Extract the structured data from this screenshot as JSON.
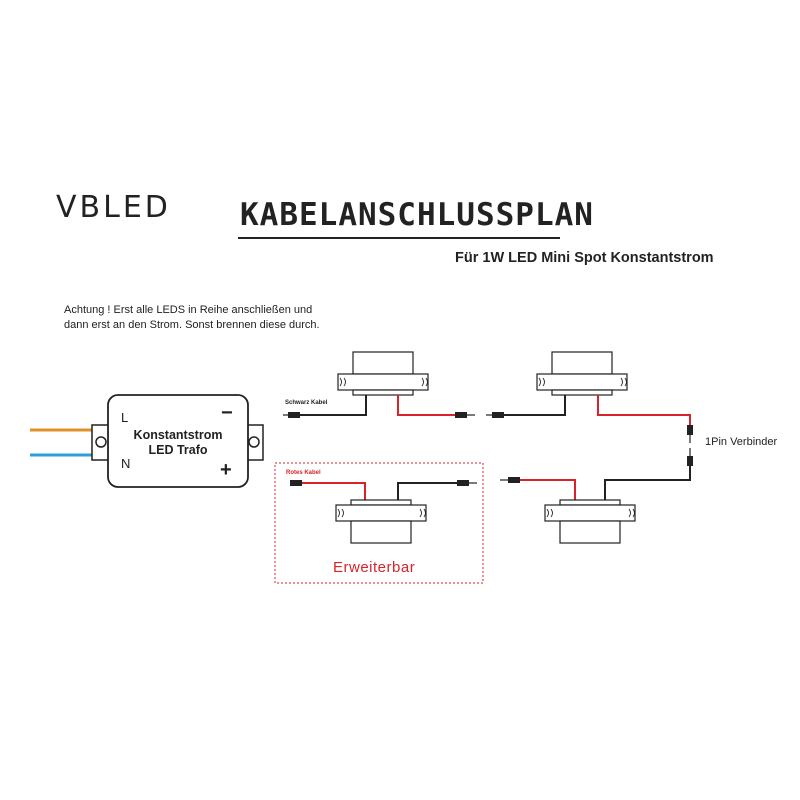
{
  "brand": {
    "logo_text": "VBLED"
  },
  "header": {
    "title": "KABELANSCHLUSSPLAN",
    "subtitle": "Für 1W LED Mini Spot Konstantstrom"
  },
  "warning": {
    "line1": "Achtung ! Erst alle LEDS in Reihe anschließen und",
    "line2": "dann erst an den Strom. Sonst brennen diese durch."
  },
  "transformer": {
    "line1": "Konstantstrom",
    "line2": "LED Trafo",
    "terminal_l": "L",
    "terminal_n": "N",
    "terminal_minus": "−",
    "terminal_plus": "+"
  },
  "labels": {
    "black_cable": "Schwarz Kabel",
    "red_cable": "Rotes Kabel",
    "connector": "1Pin Verbinder",
    "extendable": "Erweiterbar"
  },
  "colors": {
    "wire_live": "#e0902a",
    "wire_neutral": "#2a9fd8",
    "wire_red": "#d8232a",
    "wire_black": "#222222",
    "extendable_text": "#d8232a",
    "extendable_border": "#d8232a"
  }
}
